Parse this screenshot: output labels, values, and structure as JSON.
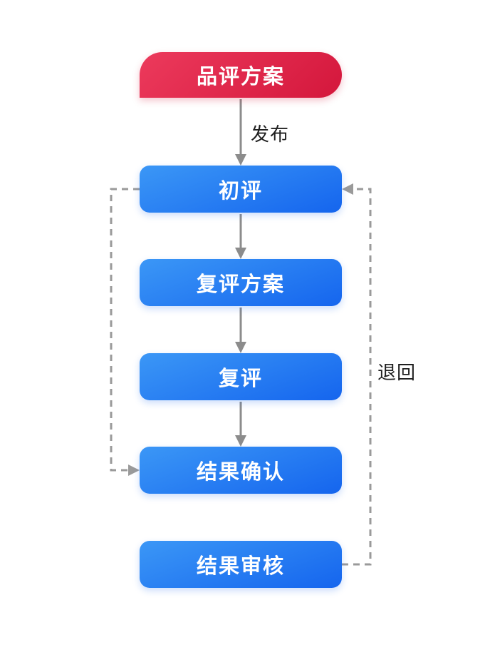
{
  "diagram": {
    "nodes": [
      {
        "id": "tasting-plan",
        "label": "品评方案",
        "type": "start"
      },
      {
        "id": "initial-review",
        "label": "初评",
        "type": "process"
      },
      {
        "id": "re-review-plan",
        "label": "复评方案",
        "type": "process"
      },
      {
        "id": "re-review",
        "label": "复评",
        "type": "process"
      },
      {
        "id": "result-confirm",
        "label": "结果确认",
        "type": "process"
      },
      {
        "id": "result-audit",
        "label": "结果审核",
        "type": "process"
      }
    ],
    "edge_labels": {
      "publish": "发布",
      "return": "退回"
    },
    "edges": [
      {
        "from": "品评方案",
        "to": "初评",
        "label": "发布",
        "style": "solid"
      },
      {
        "from": "初评",
        "to": "复评方案",
        "label": "",
        "style": "solid"
      },
      {
        "from": "复评方案",
        "to": "复评",
        "label": "",
        "style": "solid"
      },
      {
        "from": "复评",
        "to": "结果确认",
        "label": "",
        "style": "solid"
      },
      {
        "from": "初评",
        "to": "结果确认",
        "label": "",
        "style": "dashed"
      },
      {
        "from": "结果审核",
        "to": "初评",
        "label": "退回",
        "style": "dashed"
      }
    ],
    "colors": {
      "start_node_gradient_from": "#ec3a5c",
      "start_node_gradient_to": "#d4173c",
      "process_node_gradient_from": "#3b97f6",
      "process_node_gradient_to": "#1565ee",
      "connector_solid": "#8c8c8c",
      "connector_dashed": "#9a9a9a",
      "node_text": "#ffffff",
      "edge_label_text": "#1f1f1f",
      "background": "#ffffff"
    }
  }
}
